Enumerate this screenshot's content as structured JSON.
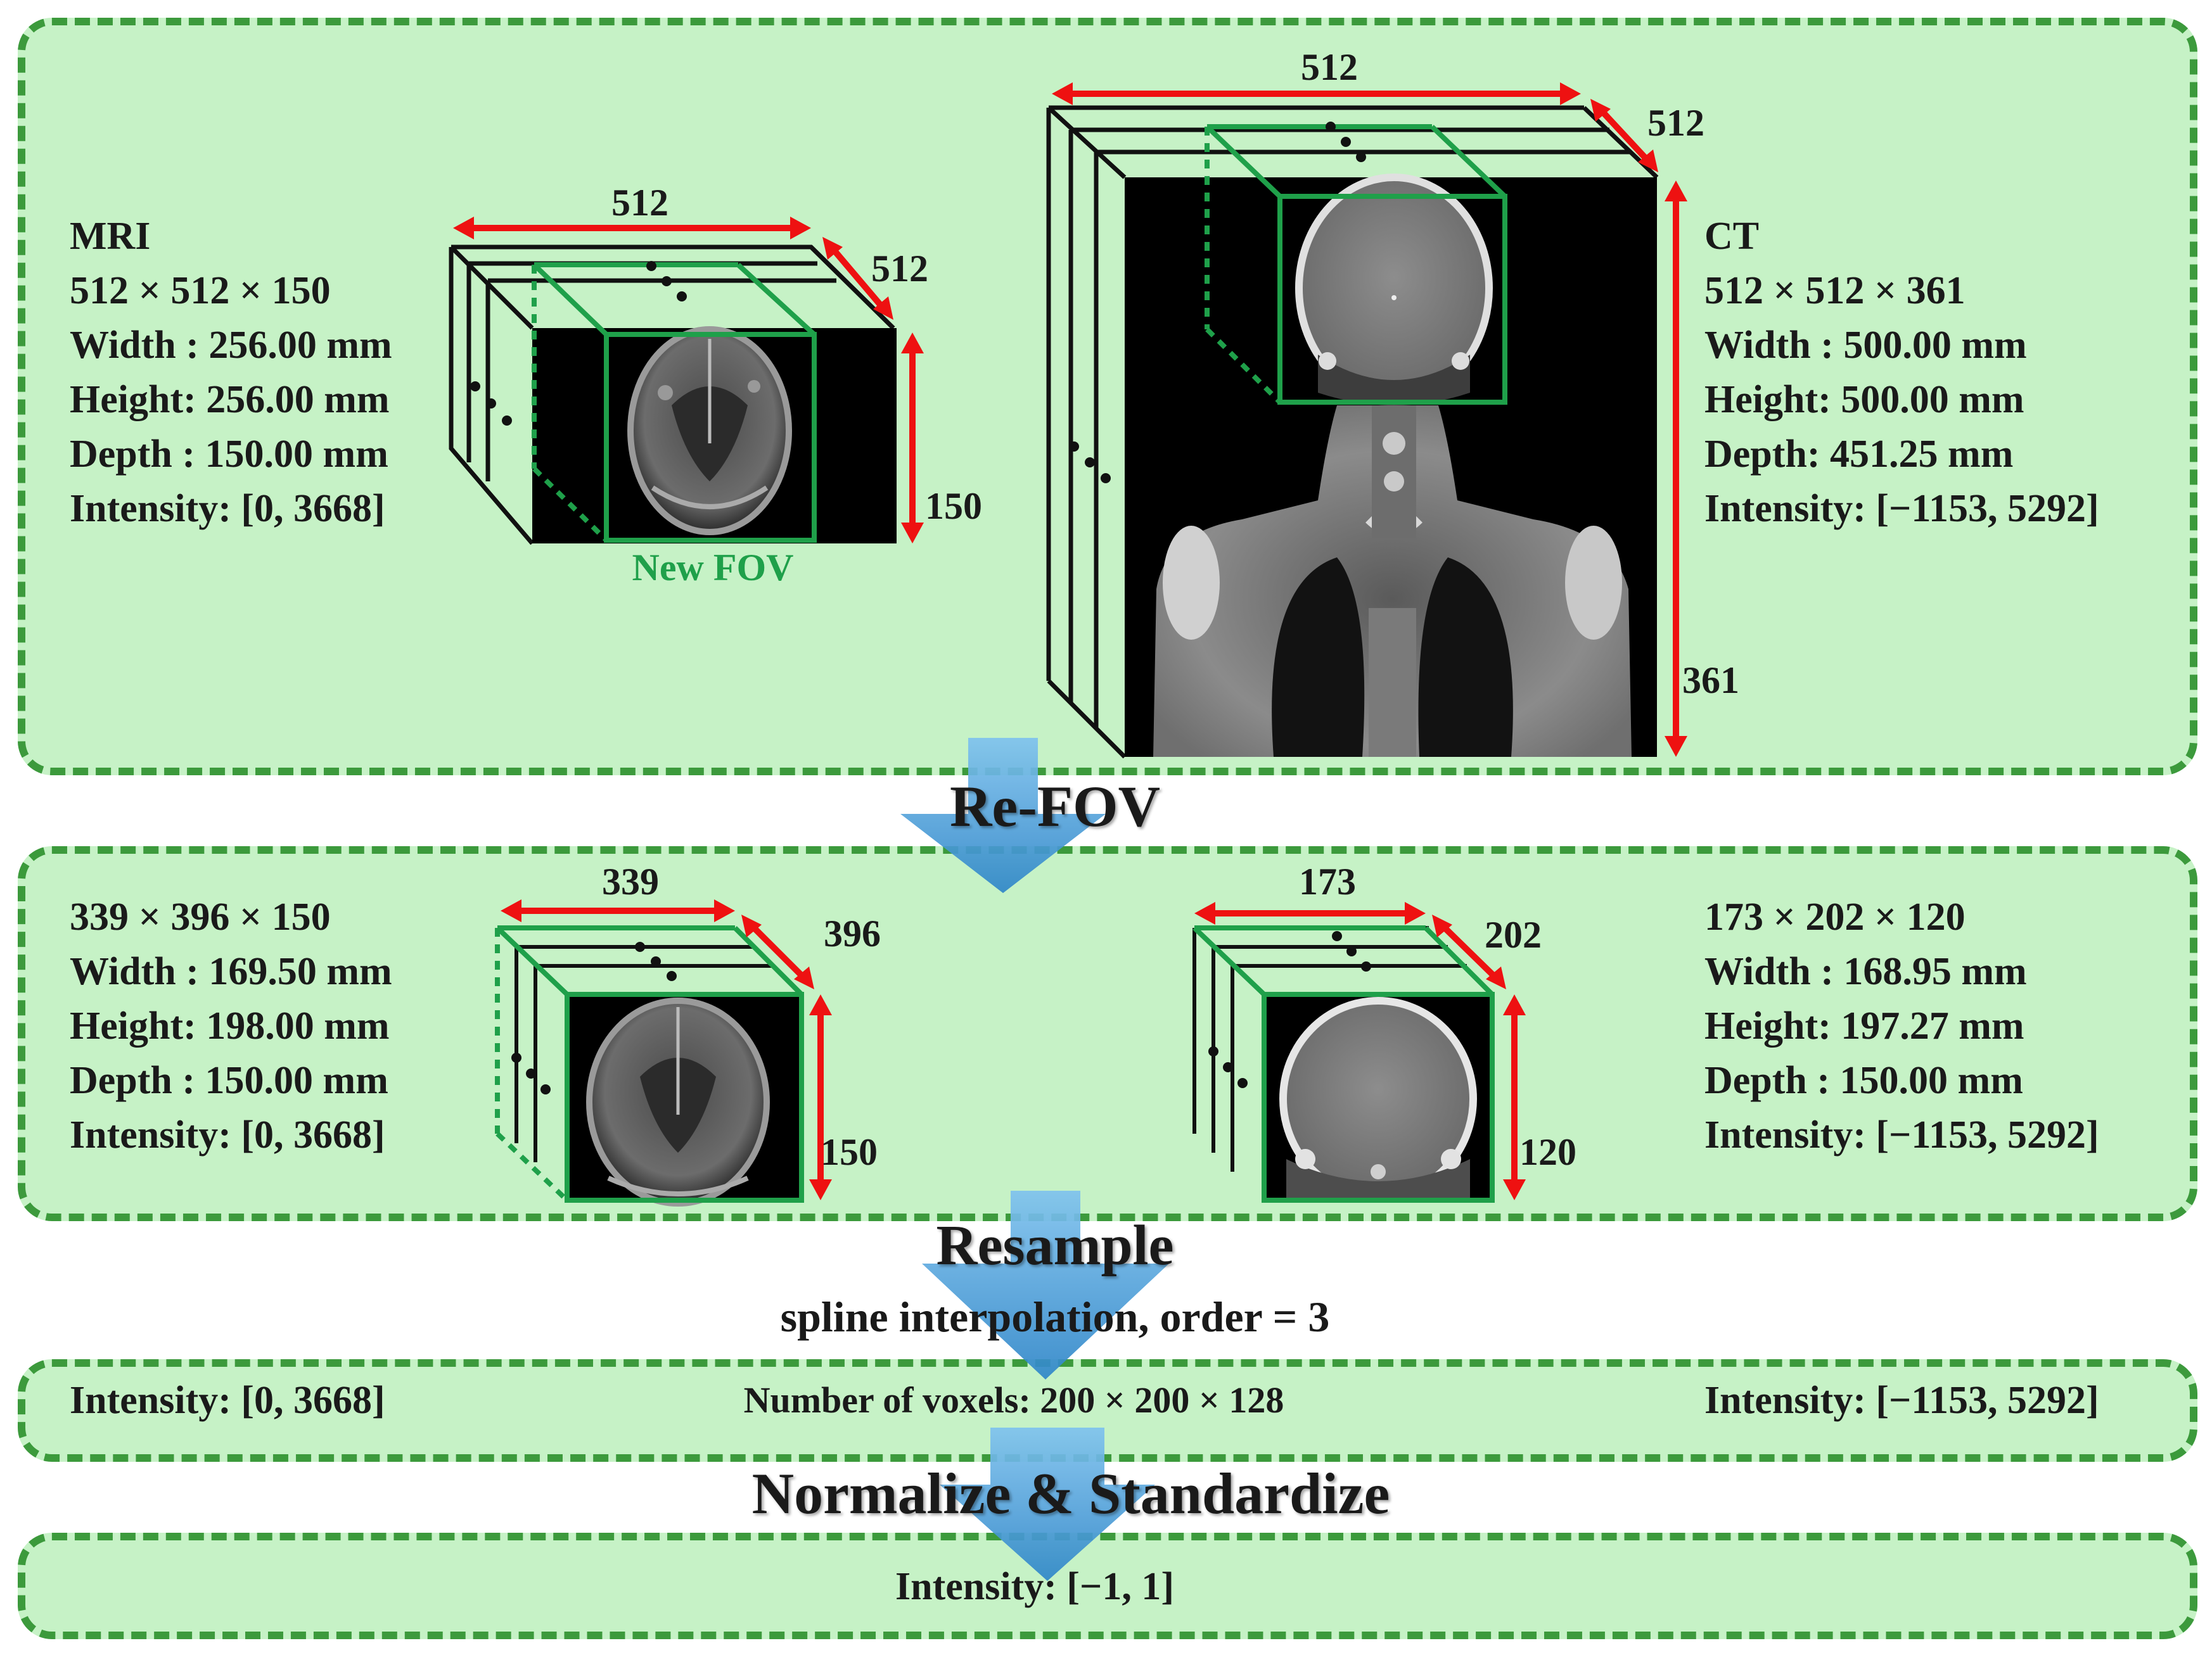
{
  "top": {
    "mri": {
      "title": "MRI",
      "size": "512 × 512 × 150",
      "width": "Width : 256.00 mm",
      "height": "Height: 256.00 mm",
      "depth": "Depth : 150.00 mm",
      "intensity": "Intensity: [0, 3668]",
      "dim_w": "512",
      "dim_d": "512",
      "dim_h": "150",
      "fov_label": "New FOV"
    },
    "ct": {
      "title": "CT",
      "size": "512 × 512 × 361",
      "width": "Width : 500.00 mm",
      "height": "Height: 500.00 mm",
      "depth": "Depth: 451.25 mm",
      "intensity": "Intensity: [−1153, 5292]",
      "dim_w": "512",
      "dim_d": "512",
      "dim_h": "361"
    }
  },
  "step1": {
    "label": "Re-FOV"
  },
  "middle": {
    "mri": {
      "size": "339 × 396 × 150",
      "width": "Width : 169.50 mm",
      "height": "Height: 198.00 mm",
      "depth": "Depth : 150.00 mm",
      "intensity": "Intensity: [0, 3668]",
      "dim_w": "339",
      "dim_d": "396",
      "dim_h": "150"
    },
    "ct": {
      "size": "173 × 202 × 120",
      "width": "Width : 168.95 mm",
      "height": "Height: 197.27 mm",
      "depth": "Depth : 150.00 mm",
      "intensity": "Intensity: [−1153, 5292]",
      "dim_w": "173",
      "dim_d": "202",
      "dim_h": "120"
    }
  },
  "step2": {
    "label": "Resample",
    "sublabel": "spline interpolation, order = 3"
  },
  "resampled": {
    "mri_intensity": "Intensity: [0, 3668]",
    "voxels": "Number of voxels: 200 × 200 × 128",
    "ct_intensity": "Intensity: [−1153, 5292]"
  },
  "step3": {
    "label": "Normalize & Standardize"
  },
  "final": {
    "intensity": "Intensity: [−1, 1]"
  },
  "colors": {
    "panel": "#c6f2c6",
    "panel_border": "#3c9a3c",
    "arrow_red": "#ee1111",
    "fov_green": "#1fa04a",
    "step_arrow": "#4a9fd8"
  }
}
